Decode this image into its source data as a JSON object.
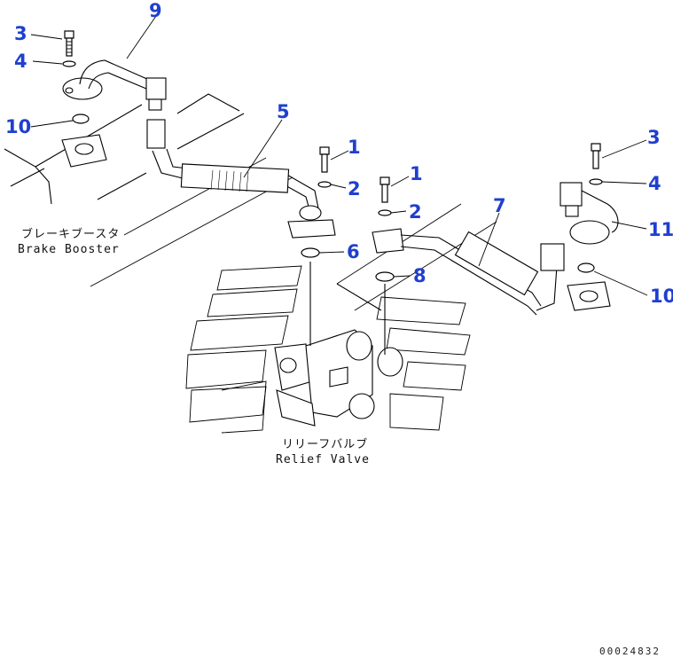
{
  "callouts": {
    "c9": "9",
    "c3_left": "3",
    "c4_left": "4",
    "c10_left": "10",
    "c5": "5",
    "c1_a": "1",
    "c2_a": "2",
    "c1_b": "1",
    "c2_b": "2",
    "c6": "6",
    "c8": "8",
    "c7": "7",
    "c3_right": "3",
    "c4_right": "4",
    "c11": "11",
    "c10_right": "10"
  },
  "labels": {
    "brake_booster_jp": "ブレーキブースタ",
    "brake_booster_en": "Brake Booster",
    "relief_valve_jp": "リリーフバルブ",
    "relief_valve_en": "Relief Valve"
  },
  "drawing_code": "00024832",
  "colors": {
    "callout": "#1f3fcf",
    "line": "#000000",
    "background": "#ffffff"
  }
}
